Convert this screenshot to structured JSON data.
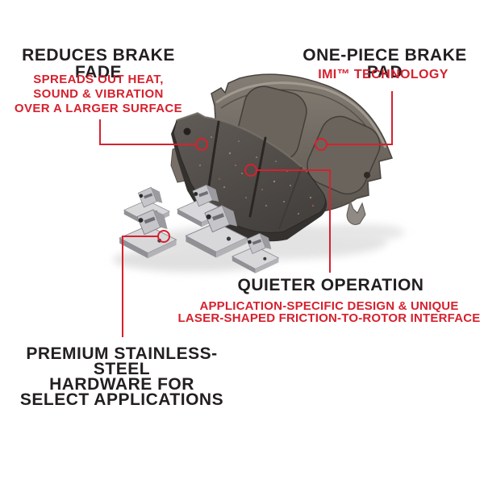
{
  "page": {
    "background": "#ffffff"
  },
  "colors": {
    "accent_red": "#d6212e",
    "headline_black": "#231f20"
  },
  "callouts": {
    "brake_fade": {
      "title": "REDUCES BRAKE FADE",
      "lines": [
        "SPREADS OUT HEAT,",
        "SOUND & VIBRATION",
        "OVER A LARGER SURFACE"
      ]
    },
    "one_piece": {
      "title": "ONE-PIECE BRAKE PAD",
      "lines": [
        "IMI™ TECHNOLOGY"
      ]
    },
    "quieter": {
      "title": "QUIETER OPERATION",
      "lines": [
        "APPLICATION-SPECIFIC DESIGN & UNIQUE",
        "LASER-SHAPED FRICTION-TO-ROTOR INTERFACE"
      ]
    },
    "hardware": {
      "title_lines": [
        "PREMIUM STAINLESS-STEEL",
        "HARDWARE FOR",
        "SELECT APPLICATIONS"
      ]
    }
  },
  "illustration": {
    "subject": "disc brake pad set with stainless-steel hardware clips"
  }
}
